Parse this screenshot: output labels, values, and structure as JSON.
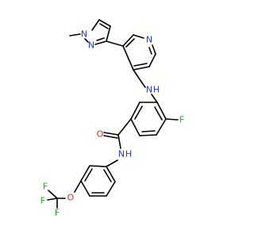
{
  "molecule": {
    "atoms": {
      "methyl": {
        "label": "",
        "color": "#000000"
      },
      "pzN1": {
        "label": "N",
        "color": "#2233ee"
      },
      "pzN2": {
        "label": "N",
        "color": "#2233ee"
      },
      "pyN": {
        "label": "N",
        "color": "#2233ee"
      },
      "amineN": {
        "label": "N",
        "color": "#2233ee"
      },
      "amineH": {
        "label": "H",
        "color": "#2233ee"
      },
      "fluoroF": {
        "label": "F",
        "color": "#22aa22"
      },
      "carbonylO": {
        "label": "O",
        "color": "#ee2222"
      },
      "amideN": {
        "label": "N",
        "color": "#2233ee"
      },
      "amideH": {
        "label": "H",
        "color": "#2233ee"
      },
      "etherO": {
        "label": "O",
        "color": "#ee2222"
      },
      "cf3F1": {
        "label": "F",
        "color": "#22aa22"
      },
      "cf3F2": {
        "label": "F",
        "color": "#22aa22"
      },
      "cf3F3": {
        "label": "F",
        "color": "#22aa22"
      }
    }
  }
}
